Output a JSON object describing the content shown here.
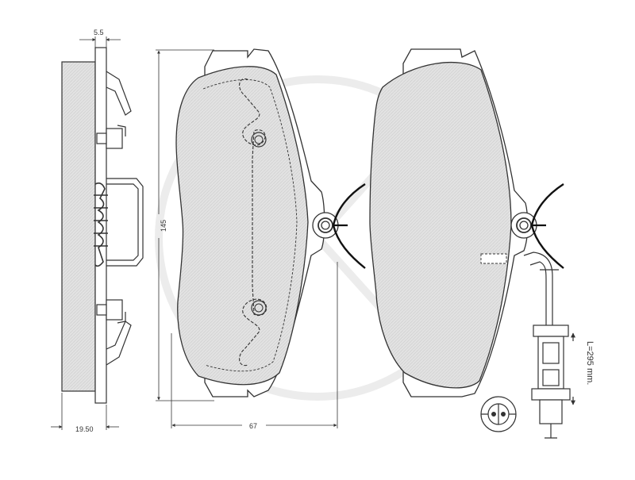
{
  "colors": {
    "line": "#333333",
    "pad_fill": "#e0e0e0",
    "background": "#ffffff",
    "watermark": "#ececec"
  },
  "dimensions": {
    "backplate_thickness": "5.5",
    "total_thickness": "19.50",
    "pad_height": "145",
    "pad_width": "67",
    "sensor_cable_length": "L=295 mm."
  }
}
